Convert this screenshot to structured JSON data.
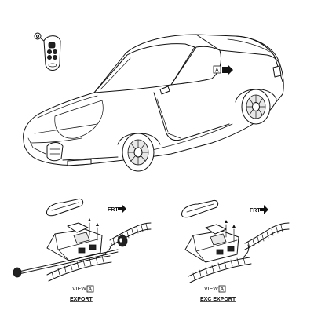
{
  "diagram": {
    "car": {
      "view_marker": "A",
      "icons": [
        "key-fob-icon",
        "corvette-car-icon"
      ]
    },
    "left_view": {
      "front_label": "FRT",
      "view_text": "VIEW",
      "view_marker": "A",
      "caption": "EXPORT"
    },
    "right_view": {
      "front_label": "FRT",
      "view_text": "VIEW",
      "view_marker": "A",
      "caption": "EXC EXPORT"
    }
  }
}
